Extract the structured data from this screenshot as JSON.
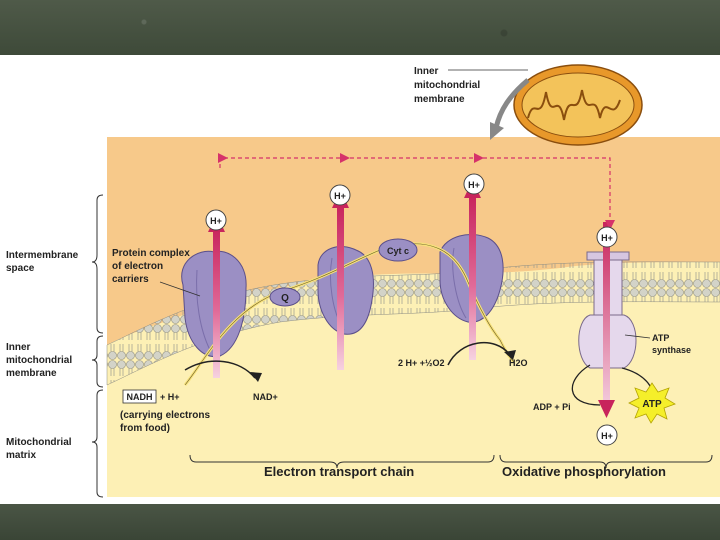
{
  "labels": {
    "inner_membrane_callout": [
      "Inner",
      "mitochondrial",
      "membrane"
    ],
    "intermembrane_space": [
      "Intermembrane",
      "space"
    ],
    "inner_membrane_side": [
      "Inner",
      "mitochondrial",
      "membrane"
    ],
    "matrix": [
      "Mitochondrial",
      "matrix"
    ],
    "protein_complex": [
      "Protein complex",
      "of electron",
      "carriers"
    ],
    "cyt_c": "Cyt c",
    "q": "Q",
    "h_plus": "H+",
    "nadh": "NADH",
    "nadh_plus_h": "+ H+",
    "nad_plus": "NAD+",
    "carrying": [
      "(carrying electrons",
      "from food)"
    ],
    "water_reaction": "2 H+ +½O2",
    "water": "H2O",
    "atp_synthase": [
      "ATP",
      "synthase"
    ],
    "adp": "ADP + Pi",
    "atp": "ATP",
    "etc_label": "Electron transport chain",
    "oxphos_label": "Oxidative phosphorylation"
  },
  "colors": {
    "intermembrane": "#f7c98a",
    "matrix": "#fdf0b5",
    "membrane_head": "#c9c9bd",
    "protein": "#9b8fc4",
    "arrow": "#d6326a",
    "frame": "#45503f"
  },
  "icons": [
    "mitochondrion-icon",
    "atp-starburst-icon"
  ]
}
